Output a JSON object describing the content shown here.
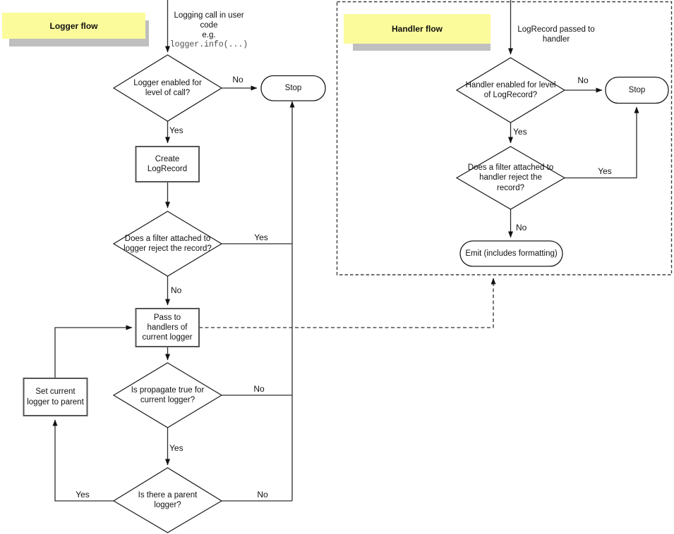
{
  "labels": {
    "yes": "Yes",
    "no": "No"
  },
  "logger_flow": {
    "title": "Logger flow",
    "start": {
      "text": "Logging call in user code",
      "eg": "e.g.",
      "code": "logger.info(...)"
    },
    "nodes": {
      "enabled_check": "Logger enabled for level of call?",
      "stop": "Stop",
      "create_logrecord": "Create LogRecord",
      "filter_check": "Does a filter attached to logger reject the record?",
      "pass_to_handlers": "Pass to handlers of current logger",
      "propagate_check": "Is propagate true for current logger?",
      "set_current_to_parent": "Set current logger to parent",
      "parent_check": "Is there a parent logger?"
    }
  },
  "handler_flow": {
    "title": "Handler flow",
    "start": {
      "text": "LogRecord passed to handler"
    },
    "nodes": {
      "enabled_check": "Handler enabled for level of LogRecord?",
      "stop": "Stop",
      "filter_check": "Does a filter attached to handler reject the record?",
      "emit": "Emit (includes formatting)"
    }
  },
  "colors": {
    "note_bg": "#fbfb9b",
    "note_shadow": "#bfbfbf",
    "line": "#2d2d2d"
  }
}
